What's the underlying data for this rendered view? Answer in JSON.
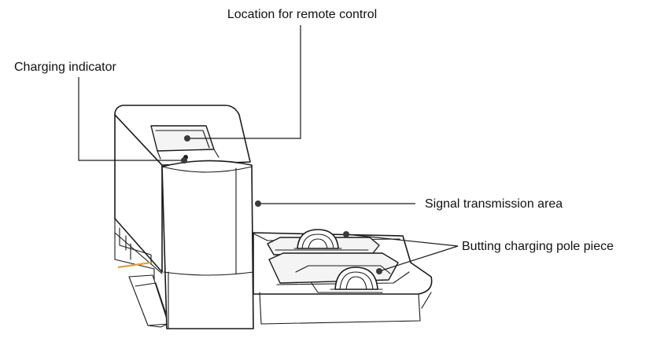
{
  "callouts": {
    "remote_control": "Location for remote control",
    "charging_indicator": "Charging indicator",
    "signal_area": "Signal transmission area",
    "charging_pole": "Butting charging pole piece"
  },
  "colors": {
    "line": "#1a1a1a",
    "accent_strip": "#d9a441"
  }
}
